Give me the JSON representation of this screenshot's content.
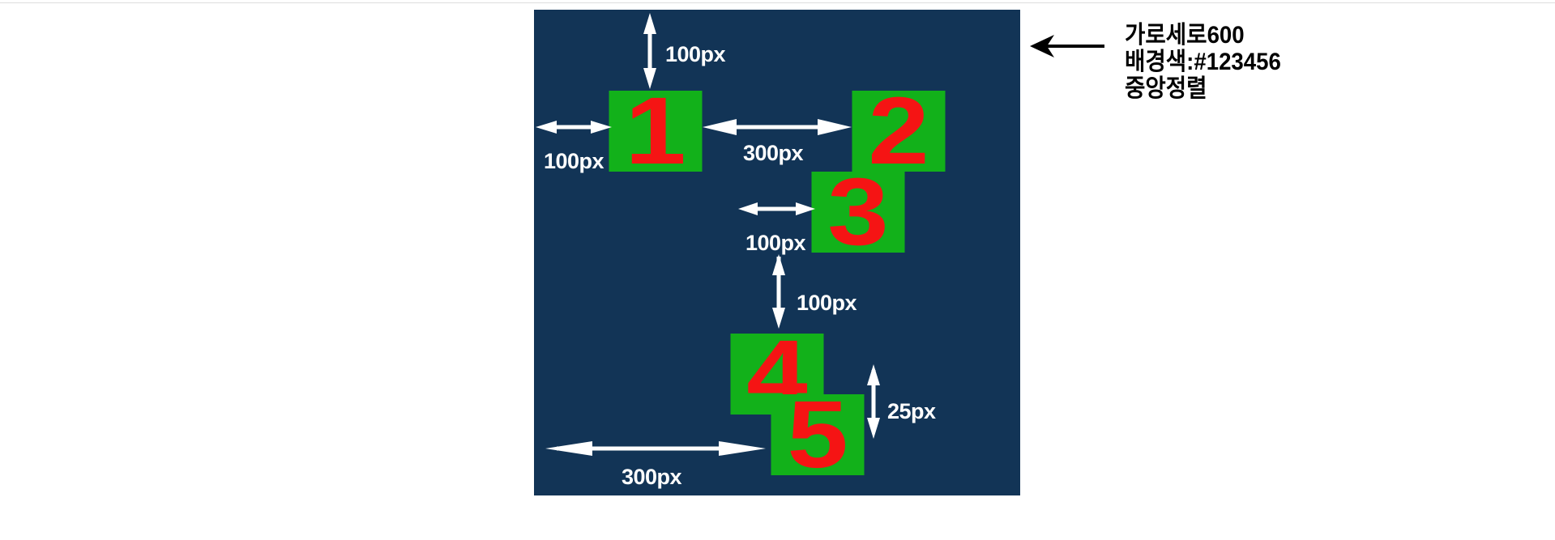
{
  "colors": {
    "page_background": "#ffffff",
    "canvas_background": "#123456",
    "box_fill": "#12b11a",
    "digit_color": "#f51414",
    "dimension_color": "#ffffff",
    "note_color": "#000000"
  },
  "boxes": [
    {
      "label": "1"
    },
    {
      "label": "2"
    },
    {
      "label": "3"
    },
    {
      "label": "4"
    },
    {
      "label": "5"
    }
  ],
  "dimensions": [
    {
      "label": "100px",
      "direction": "vertical"
    },
    {
      "label": "100px",
      "direction": "horizontal"
    },
    {
      "label": "300px",
      "direction": "horizontal"
    },
    {
      "label": "100px",
      "direction": "horizontal"
    },
    {
      "label": "100px",
      "direction": "vertical"
    },
    {
      "label": "25px",
      "direction": "vertical"
    },
    {
      "label": "300px",
      "direction": "horizontal"
    }
  ],
  "note": {
    "lines": [
      "가로세로600",
      "배경색:#123456",
      "중앙정렬"
    ]
  }
}
